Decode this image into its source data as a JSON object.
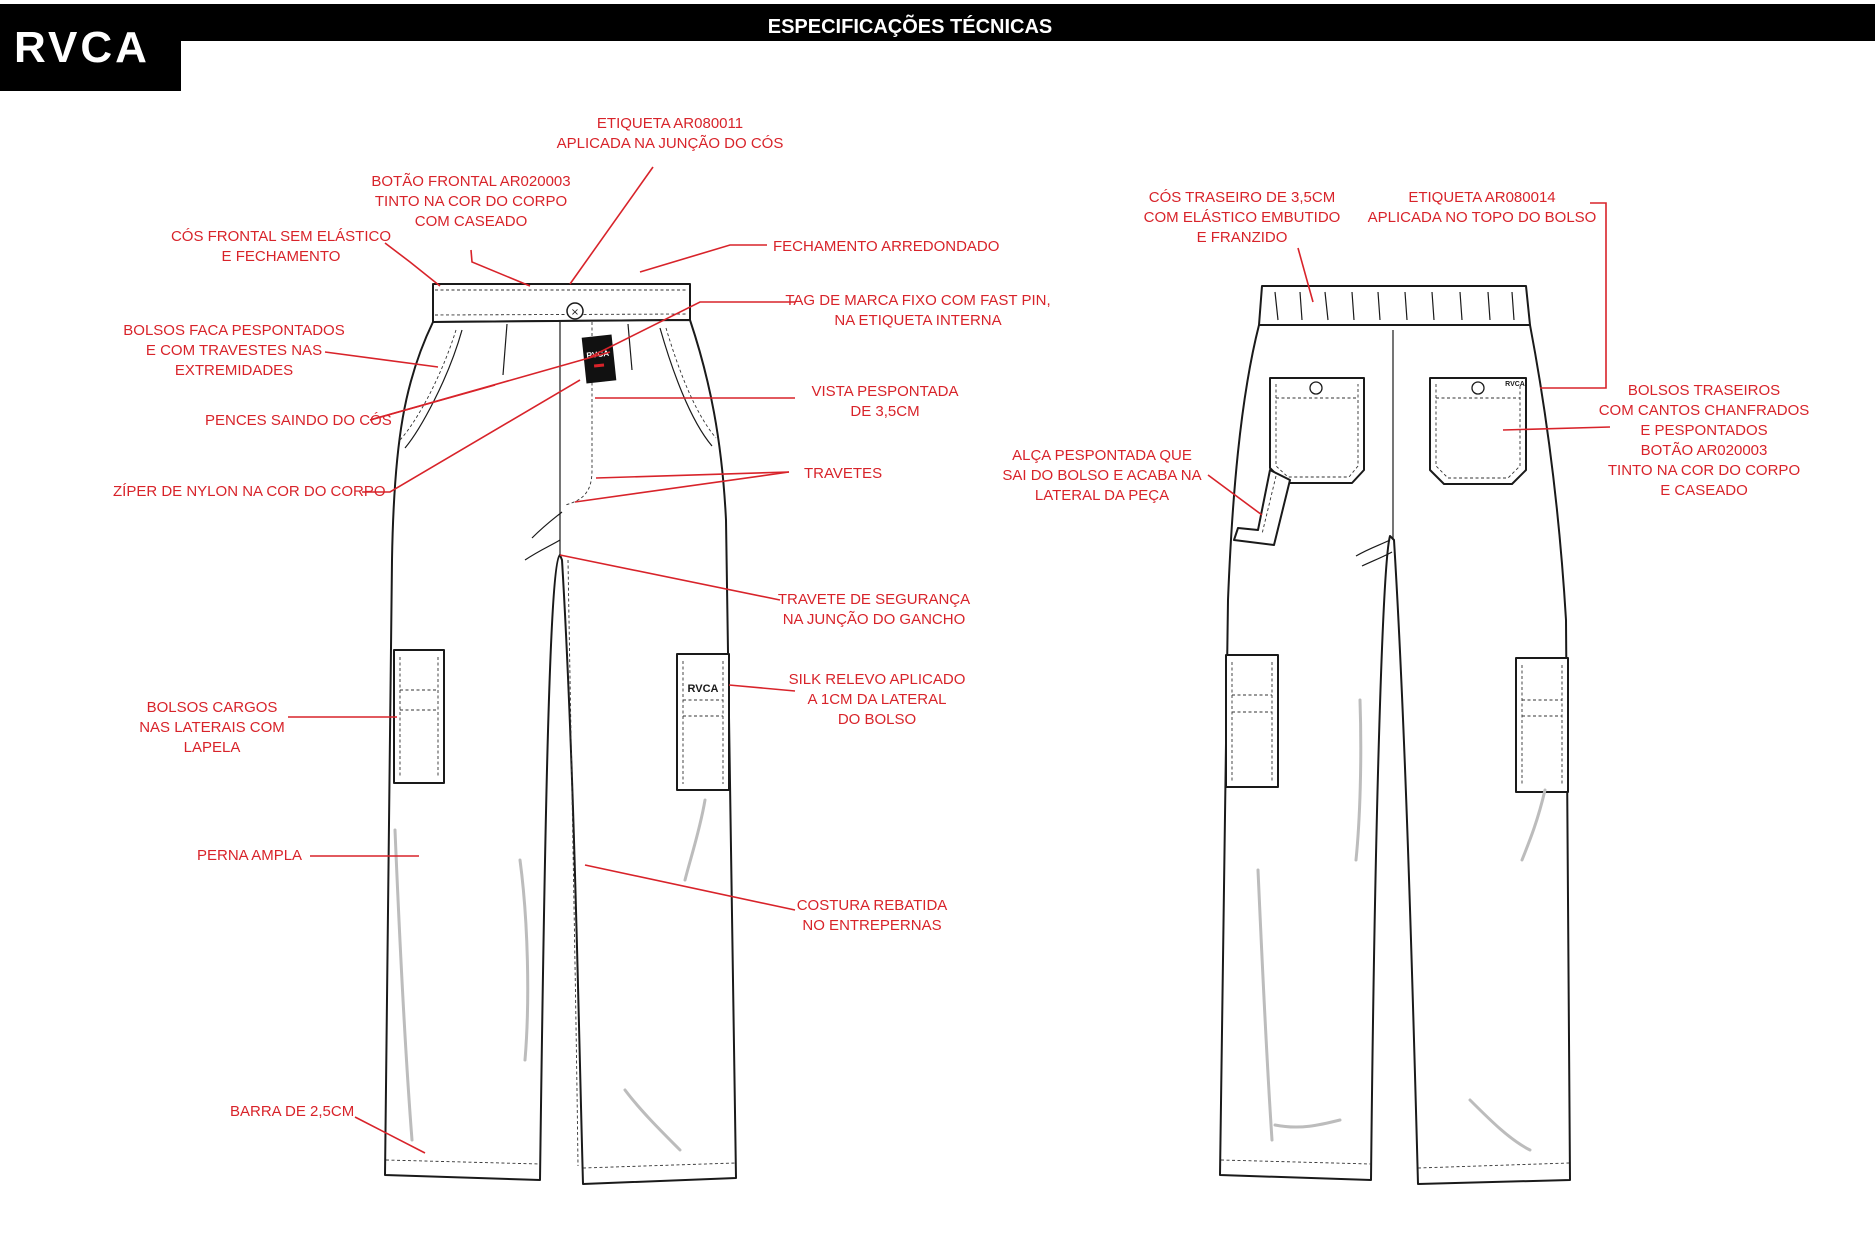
{
  "header": {
    "logo": "RVCA",
    "title": "ESPECIFICAÇÕES TÉCNICAS"
  },
  "front_annotations": {
    "etiqueta_front": [
      "ETIQUETA AR080011",
      "APLICADA NA JUNÇÃO DO CÓS"
    ],
    "botao_frontal": [
      "BOTÃO FRONTAL AR020003",
      "TINTO NA COR DO CORPO",
      "COM CASEADO"
    ],
    "cos_frontal": [
      "CÓS FRONTAL SEM ELÁSTICO",
      "E FECHAMENTO"
    ],
    "fechamento": [
      "FECHAMENTO ARREDONDADO"
    ],
    "tag_marca": [
      "TAG DE MARCA FIXO COM FAST PIN,",
      "NA ETIQUETA INTERNA"
    ],
    "bolsos_faca": [
      "BOLSOS FACA PESPONTADOS",
      "E COM TRAVESTES NAS",
      "EXTREMIDADES"
    ],
    "vista": [
      "VISTA PESPONTADA",
      "DE 3,5CM"
    ],
    "pences": [
      "PENCES SAINDO DO CÓS"
    ],
    "travetes": [
      "TRAVETES"
    ],
    "ziper": [
      "ZÍPER DE NYLON NA COR DO CORPO"
    ],
    "travete_seguranca": [
      "TRAVETE DE SEGURANÇA",
      "NA JUNÇÃO DO GANCHO"
    ],
    "silk": [
      "SILK RELEVO APLICADO",
      "A 1CM DA LATERAL",
      "DO BOLSO"
    ],
    "bolsos_cargos": [
      "BOLSOS CARGOS",
      "NAS LATERAIS COM",
      "LAPELA"
    ],
    "perna": [
      "PERNA AMPLA"
    ],
    "costura": [
      "COSTURA REBATIDA",
      "NO ENTREPERNAS"
    ],
    "barra": [
      "BARRA DE 2,5CM"
    ]
  },
  "back_annotations": {
    "cos_traseiro": [
      "CÓS TRASEIRO DE 3,5CM",
      "COM ELÁSTICO EMBUTIDO",
      "E FRANZIDO"
    ],
    "etiqueta_back": [
      "ETIQUETA AR080014",
      "APLICADA NO TOPO DO BOLSO"
    ],
    "bolsos_traseiros": [
      "BOLSOS TRASEIROS",
      "COM CANTOS CHANFRADOS",
      "E PESPONTADOS",
      "BOTÃO AR020003",
      "TINTO NA COR DO CORPO",
      "E CASEADO"
    ],
    "alca": [
      "ALÇA PESPONTADA QUE",
      "SAI DO BOLSO E ACABA NA",
      "LATERAL DA PEÇA"
    ]
  },
  "labels": {
    "tag_logo": "RVCA",
    "silk_logo": "RVCA",
    "back_label_logo": "RVCA"
  },
  "colors": {
    "annotation": "#d8232a",
    "header": "#000000",
    "outline": "#1a1a1a"
  }
}
